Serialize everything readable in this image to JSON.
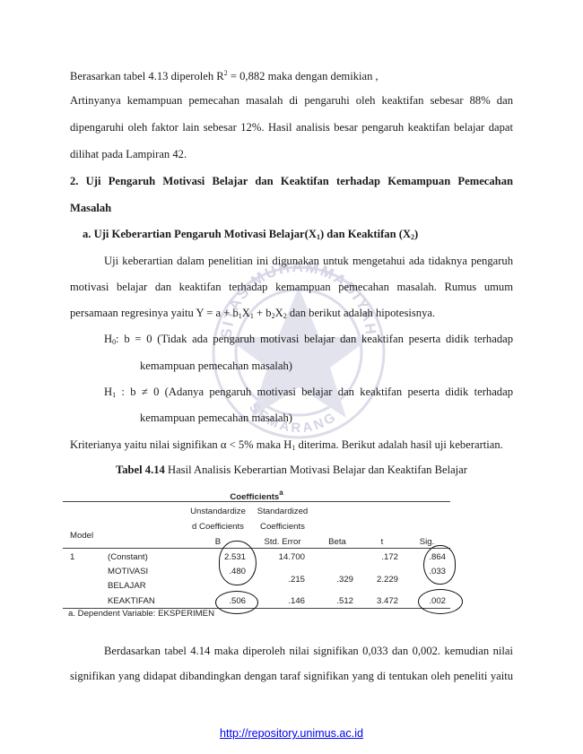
{
  "paragraphs": {
    "p1_a": "Berasarkan tabel 4.13 diperoleh R",
    "p1_sup": "2",
    "p1_b": " = 0,882 maka dengan demikian ,",
    "p2_l1": "Artinyanya kemampuan pemecahan masalah di pengaruhi oleh keaktifan sebesar 88% dan",
    "p2_l2": "dipengaruhi oleh faktor lain sebesar 12%. Hasil analisis besar pengaruh keaktifan belajar dapat",
    "p2_l3": "dilihat pada Lampiran 42.",
    "h2_l1": "2.  Uji  Pengaruh  Motivasi  Belajar  dan  Keaktifan  terhadap  Kemampuan  Pemecahan",
    "h2_l2": "Masalah",
    "h3_a": "a. Uji Keberartian Pengaruh Motivasi Belajar(X",
    "h3_sub1": "1",
    "h3_b": ") dan Keaktifan (X",
    "h3_sub2": "2",
    "h3_c": ")",
    "p3_l1": "Uji keberartian dalam penelitian ini digunakan untuk mengetahui ada tidaknya pengaruh",
    "p3_l2": "motivasi  belajar  dan  keaktifan  terhadap  kemampuan  pemecahan  masalah.  Rumus  umum",
    "p3_l3_a": "persamaan regresinya yaitu Y = a + b",
    "p3_l3_s1": "1",
    "p3_l3_b": "X",
    "p3_l3_s2": "1",
    "p3_l3_c": " + b",
    "p3_l3_s3": "2",
    "p3_l3_d": "X",
    "p3_l3_s4": "2",
    "p3_l3_e": " dan berikut adalah hipotesisnya.",
    "h0_a": "H",
    "h0_sub": "0",
    "h0_b": ": b  =  0  (Tidak  ada  pengaruh  motivasi  belajar  dan  keaktifan  peserta  didik  terhadap",
    "h0_l2": "kemampuan  pemecahan masalah)",
    "h1_a": "H",
    "h1_sub": "1",
    "h1_b": "  :  b   ≠  0   (Adanya  pengaruh  motivasi  belajar  dan  keaktifan  peserta  didik  terhadap",
    "h1_l2": "kemampuan  pemecahan masalah)",
    "crit_a": "Kriterianya yaitu nilai signifikan α < 5% maka H",
    "crit_sub": "1",
    "crit_b": " diterima. Berikut adalah hasil uji keberartian.",
    "caption_bold": "Tabel 4.14",
    "caption_rest": " Hasil Analisis Keberartian Motivasi Belajar dan Keaktifan Belajar",
    "p4_l1": "Berdasarkan tabel 4.14 maka diperoleh nilai signifikan 0,033 dan 0,002. kemudian nilai",
    "p4_l2": "signifikan yang didapat dibandingkan dengan taraf signifikan yang di tentukan oleh peneliti yaitu"
  },
  "table": {
    "title": "Coefficients",
    "title_sup": "a",
    "h_unstd_1": "Unstandardize",
    "h_unstd_2": "d Coefficients",
    "h_std_1": "Standardized",
    "h_std_2": "Coefficients",
    "h_model": "Model",
    "h_b": "B",
    "h_se": "Std. Error",
    "h_beta": "Beta",
    "h_t": "t",
    "h_sig": "Sig.",
    "row_num": "1",
    "r1_name": "(Constant)",
    "r1_b": "2.531",
    "r1_se": "14.700",
    "r1_t": ".172",
    "r1_sig": ".864",
    "r2_name_1": "MOTIVASI",
    "r2_name_2": "BELAJAR",
    "r2_b": ".480",
    "r2_se": ".215",
    "r2_beta": ".329",
    "r2_t": "2.229",
    "r2_sig": ".033",
    "r3_name": "KEAKTIFAN",
    "r3_b": ".506",
    "r3_se": ".146",
    "r3_beta": ".512",
    "r3_t": "3.472",
    "r3_sig": ".002",
    "footnote": "a. Dependent Variable: EKSPERIMEN"
  },
  "watermark": {
    "arc_top": "SITAS MUHAMMADIYAH",
    "arc_bottom": "SEMARANG"
  },
  "footer": {
    "url": "http://repository.unimus.ac.id"
  },
  "colors": {
    "link": "#0000ee",
    "watermark": "#d6d6e6"
  }
}
